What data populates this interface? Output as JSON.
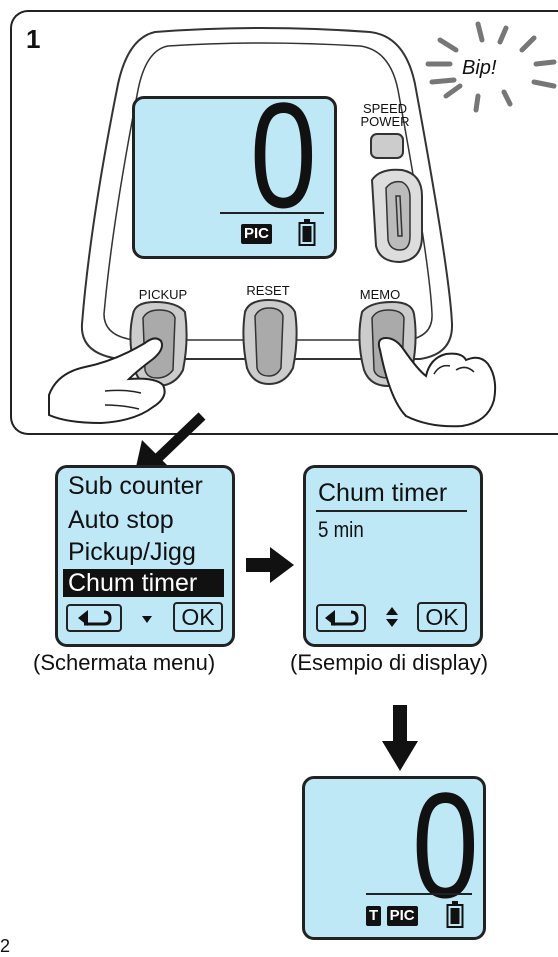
{
  "step_number": "1",
  "sound_text": "Bip!",
  "device": {
    "display_value": "0",
    "mode_badge": "PIC",
    "speed_power_label": [
      "SPEED",
      "POWER"
    ],
    "pickup_label": "PICKUP",
    "reset_label": "RESET",
    "memo_label": "MEMO"
  },
  "menu_screen": {
    "items": [
      "Sub counter",
      "Auto stop",
      "Pickup/Jigg",
      "Chum timer"
    ],
    "selected_item": "Chum timer",
    "ok_label": "OK",
    "caption": "(Schermata menu)"
  },
  "example_screen": {
    "title": "Chum timer",
    "value": "5 min",
    "ok_label": "OK",
    "caption": "(Esempio di display)"
  },
  "result_screen": {
    "display_value": "0",
    "badge_t": "T",
    "badge_pic": "PIC"
  },
  "page_number": "2"
}
